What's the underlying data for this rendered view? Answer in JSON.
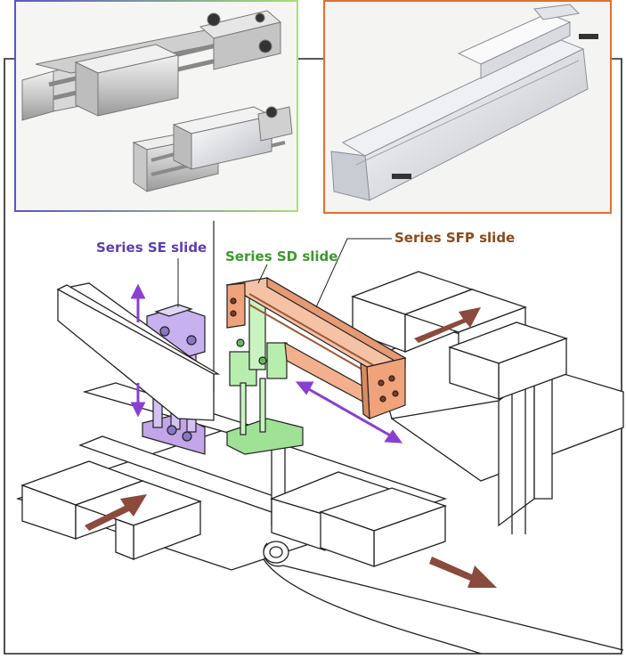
{
  "labels": {
    "se_slide": "Series SE slide",
    "sd_slide": "Series SD slide",
    "sfp_slide": "Series SFP slide"
  },
  "colors": {
    "se": "#9a8ad6",
    "se_text": "#5b3fb5",
    "sd": "#a6ea9e",
    "sd_text": "#3a9a2a",
    "sfp": "#f0a27a",
    "sfp_text": "#8a4a1a",
    "arrow_brown": "#8b4a3e",
    "arrow_purple": "#8a3fd0",
    "frame_se_left": "#5a55c8",
    "frame_se_right": "#a8e070",
    "frame_sfp": "#e07030",
    "line": "#222222"
  }
}
